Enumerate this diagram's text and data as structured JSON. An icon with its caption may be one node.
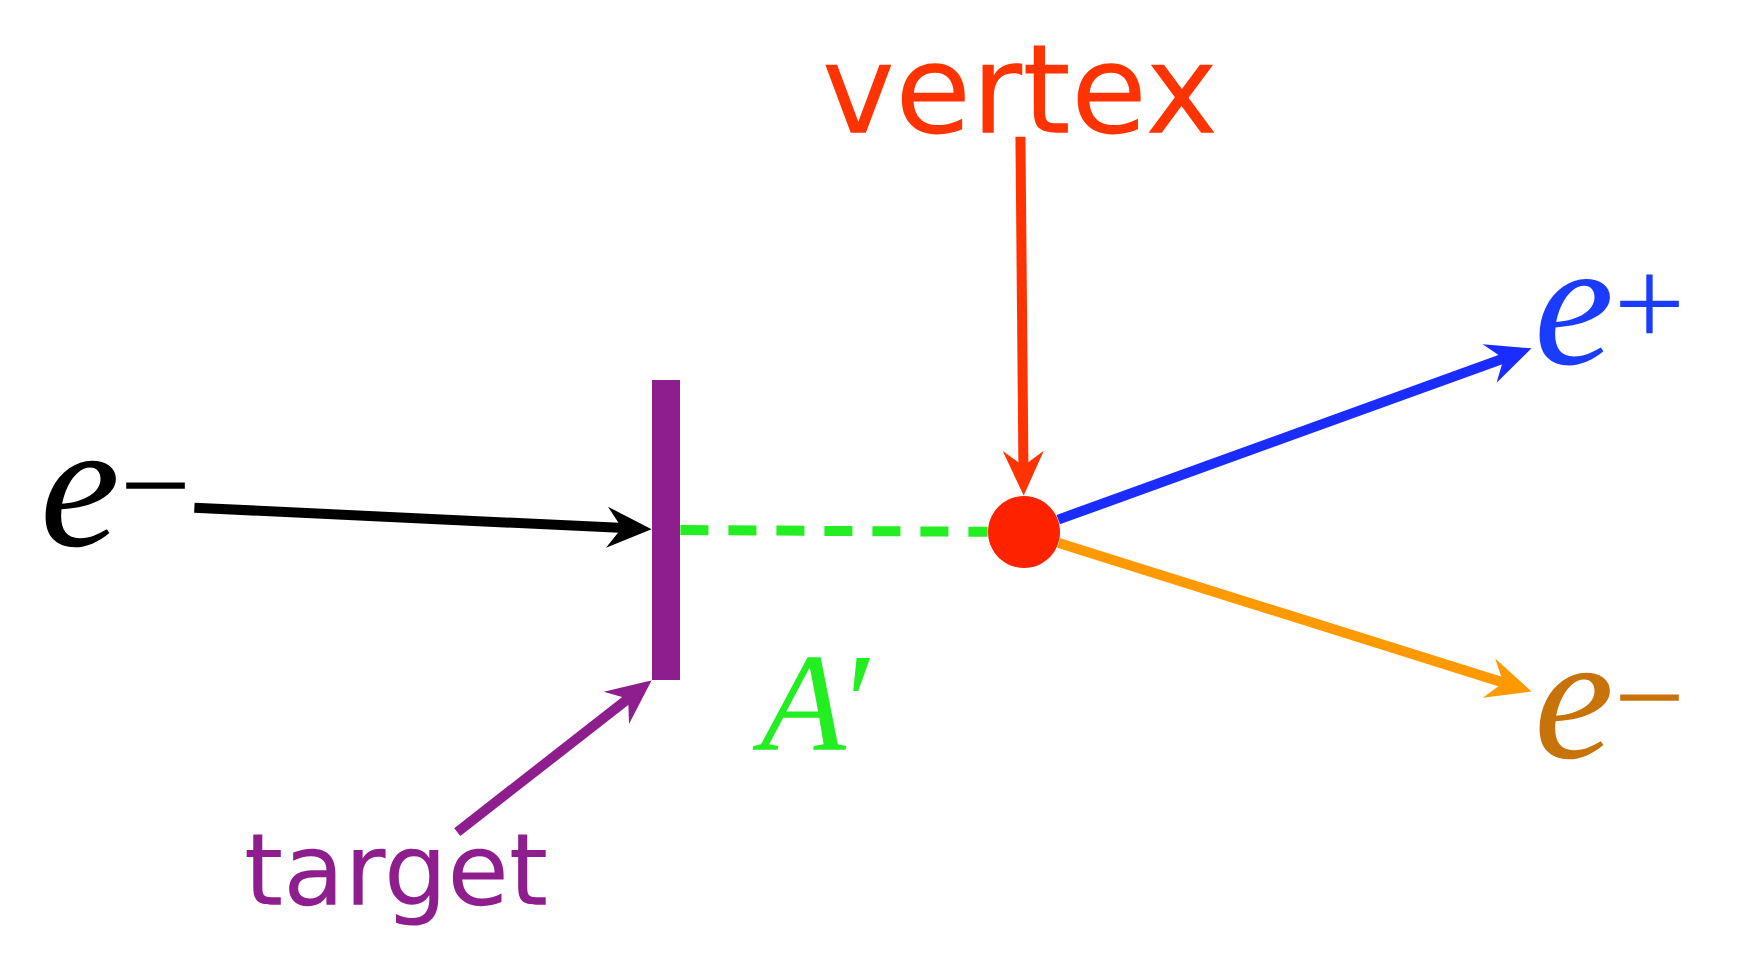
{
  "diagram": {
    "nodes": [
      {
        "text": [
          "vertex"
        ]
      },
      {
        "text": [
          "*e*$^{−}$"
        ]
      },
      {
        "text": [],
        "shape": "bar"
      },
      {
        "text": [],
        "shape": "circle"
      },
      {
        "text": [
          "*e*$^{+}$"
        ]
      },
      {
        "text": [
          "*e*$^{−}$"
        ]
      },
      {
        "text": [
          "target"
        ]
      }
    ],
    "edges": [
      {
        "from": 1,
        "to": 2,
        "arrow": "to",
        "color": "#000000"
      },
      {
        "from": 2,
        "to": 3,
        "arrow": "none",
        "style": "dashed",
        "color": "#22ee22",
        "label": "*A*′"
      },
      {
        "from": 3,
        "to": 4,
        "arrow": "to",
        "color": "#1a2cff"
      },
      {
        "from": 3,
        "to": 5,
        "arrow": "to",
        "color": "#ff9900"
      },
      {
        "from": 6,
        "to": 2,
        "arrow": "to",
        "color": "#8e1e8e"
      },
      {
        "from": 0,
        "to": 3,
        "arrow": "to",
        "color": "#ff3300"
      }
    ]
  }
}
